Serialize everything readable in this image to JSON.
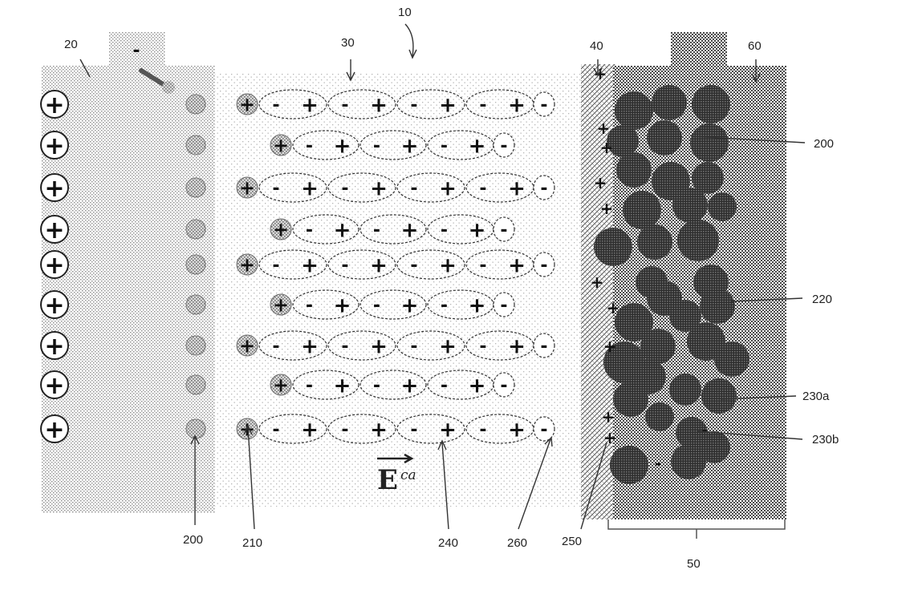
{
  "labels": {
    "device": "10",
    "left_electrode": "20",
    "electrolyte": "30",
    "interlayer": "40",
    "cathode_region": "50",
    "right_electrode": "60",
    "ion_right": "200",
    "ion_bottom": "200",
    "cation": "210",
    "particle": "220",
    "site_a": "230a",
    "site_b": "230b",
    "dipole": "240",
    "surface_cation": "250",
    "anion": "260"
  },
  "signs": {
    "plus": "+",
    "minus": "-"
  },
  "field": {
    "symbol": "E",
    "superscript": "ca"
  },
  "counts": {
    "left_charges": 9,
    "dipole_rows": 9
  }
}
